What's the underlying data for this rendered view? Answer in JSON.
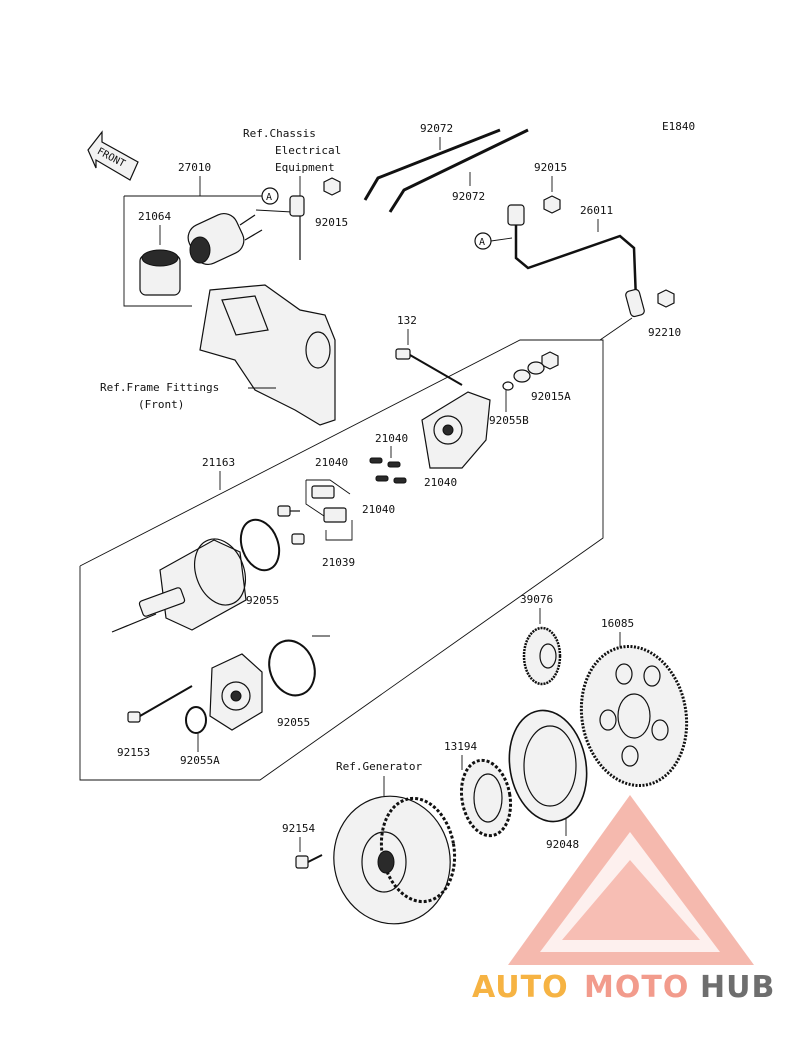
{
  "diagram_code": "E1840",
  "front_label": "FRONT",
  "callout_a": "A",
  "references": {
    "chassis_electrical": [
      "Ref.Chassis",
      "Electrical",
      "Equipment"
    ],
    "frame_fittings": [
      "Ref.Frame Fittings",
      "(Front)"
    ],
    "generator": "Ref.Generator"
  },
  "parts": {
    "p27010": "27010",
    "p21064": "21064",
    "p92015_left": "92015",
    "p92072_top": "92072",
    "p92072_bottom": "92072",
    "p92015_right": "92015",
    "p26011": "26011",
    "p92210": "92210",
    "p132": "132",
    "p92015A": "92015A",
    "p92055B": "92055B",
    "p21040_a": "21040",
    "p21040_b": "21040",
    "p21040_c": "21040",
    "p21040_d": "21040",
    "p21163": "21163",
    "p21039": "21039",
    "p92055_top": "92055",
    "p92055_bottom": "92055",
    "p92153": "92153",
    "p92055A": "92055A",
    "p39076": "39076",
    "p16085": "16085",
    "p13194": "13194",
    "p92048": "92048",
    "p92154": "92154"
  },
  "watermark": {
    "auto": "AUTO",
    "moto": "MOTO",
    "hub": "HUB",
    "colors": {
      "accent": "#f08a78",
      "orange": "#f5a623",
      "dark": "#555555"
    }
  }
}
